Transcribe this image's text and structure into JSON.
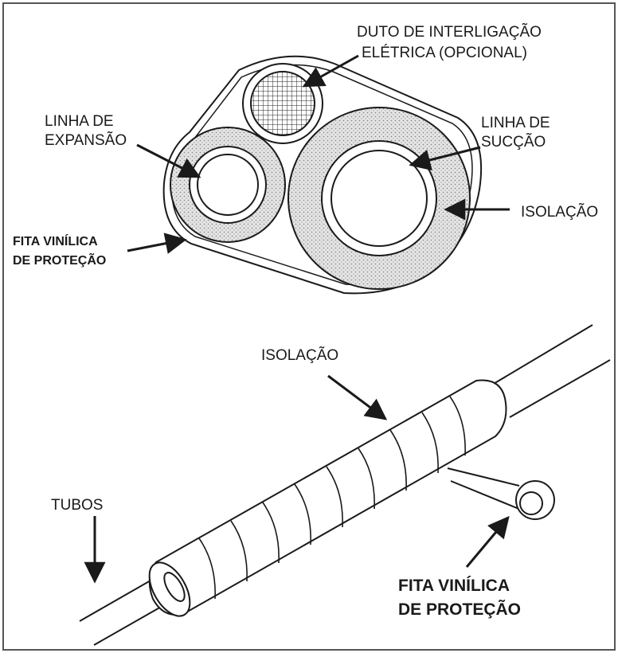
{
  "labels": {
    "duto_line1": "DUTO DE INTERLIGAÇÃO",
    "duto_line2": "ELÉTRICA (OPCIONAL)",
    "expansao_line1": "LINHA DE",
    "expansao_line2": "EXPANSÃO",
    "succao_line1": "LINHA DE",
    "succao_line2": "SUCÇÃO",
    "isolacao_top": "ISOLAÇÃO",
    "fita_top_line1": "FITA VINÍLICA",
    "fita_top_line2": "DE PROTEÇÃO",
    "isolacao_bottom": "ISOLAÇÃO",
    "tubos": "TUBOS",
    "fita_bottom_line1": "FITA VINÍLICA",
    "fita_bottom_line2": "DE PROTEÇÃO"
  },
  "colors": {
    "line": "#1a1a1a",
    "insulation_fill": "#d9d9d9",
    "background": "#ffffff"
  }
}
